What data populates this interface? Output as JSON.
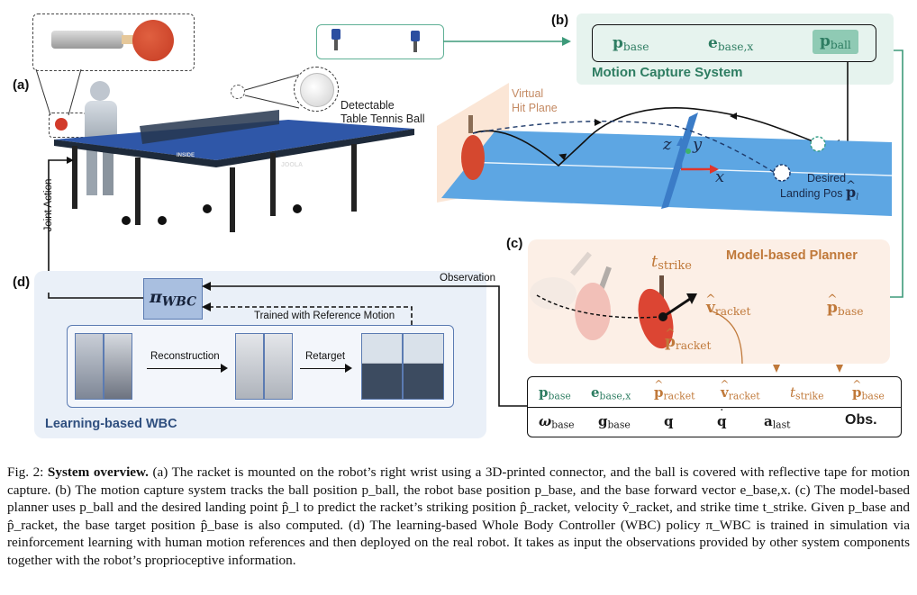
{
  "panels": {
    "a": {
      "label": "(a)",
      "ball_callout": [
        "Detectable",
        "Table Tennis Ball"
      ],
      "table_brand": "JOOLA",
      "table_side_text": "INSIDE",
      "joint_action": "Joint Action"
    },
    "b": {
      "label": "(b)",
      "title": "Motion Capture System",
      "vars": [
        {
          "sym": "p",
          "sub": "base"
        },
        {
          "sym": "e",
          "sub": "base,x"
        },
        {
          "sym": "p",
          "sub": "ball",
          "highlighted": true
        }
      ],
      "scene": {
        "virtual_hit_plane": [
          "Virtual",
          "Hit Plane"
        ],
        "axes": {
          "x": "x",
          "y": "y",
          "z": "z"
        },
        "desired_landing": [
          "Desired",
          "Landing Pos"
        ],
        "landing_sym": "p",
        "landing_sub": "l"
      }
    },
    "c": {
      "label": "(c)",
      "title": "Model-based Planner",
      "t_strike": {
        "sym": "t",
        "sub": "strike"
      },
      "v_racket": {
        "sym": "v",
        "sub": "racket"
      },
      "p_racket": {
        "sym": "p",
        "sub": "racket"
      },
      "p_base": {
        "sym": "p",
        "sub": "base"
      }
    },
    "obs_table": {
      "row1": [
        {
          "sym": "p",
          "sub": "base",
          "color": "teal"
        },
        {
          "sym": "e",
          "sub": "base,x",
          "color": "teal"
        },
        {
          "sym": "p",
          "sub": "racket",
          "color": "orange",
          "hat": true
        },
        {
          "sym": "v",
          "sub": "racket",
          "color": "orange",
          "hat": true
        },
        {
          "sym": "t",
          "sub": "strike",
          "color": "orange"
        },
        {
          "sym": "p",
          "sub": "base",
          "color": "orange",
          "hat": true
        }
      ],
      "row2": [
        {
          "sym": "ω",
          "sub": "base"
        },
        {
          "sym": "g",
          "sub": "base"
        },
        {
          "sym": "q",
          "sub": ""
        },
        {
          "sym": "q",
          "sub": "",
          "dot": true
        },
        {
          "sym": "a",
          "sub": "last"
        },
        {
          "sym": "Obs.",
          "sub": ""
        }
      ]
    },
    "d": {
      "label": "(d)",
      "title": "Learning-based WBC",
      "policy_sym": "π",
      "policy_sub": "WBC",
      "observation": "Observation",
      "trained_with": "Trained with Reference Motion",
      "reconstruction": "Reconstruction",
      "retarget": "Retarget"
    }
  },
  "caption": {
    "fig": "Fig. 2:",
    "bold_title": "System overview.",
    "text": " (a) The racket is mounted on the robot’s right wrist using a 3D-printed connector, and the ball is covered with reflective tape for motion capture. (b) The motion capture system tracks the ball position p_ball, the robot base position p_base, and the base forward vector e_base,x. (c) The model-based planner uses p_ball and the desired landing point p̂_l to predict the racket’s striking position p̂_racket, velocity v̂_racket, and strike time t_strike. Given p_base and p̂_racket, the base target position p̂_base is also computed. (d) The learning-based Whole Body Controller (WBC) policy π_WBC is trained in simulation via reinforcement learning with human motion references and then deployed on the real robot. It takes as input the observations provided by other system components together with the robot’s proprioceptive information."
  },
  "colors": {
    "teal": "#2e7d62",
    "teal_bg": "#e6f3ee",
    "orange": "#c0793a",
    "orange_bg": "#fcefe6",
    "blue_bg": "#eaf0f8",
    "wbc_blue": "#2f4f7f",
    "table_blue": "#5aa0e0"
  }
}
